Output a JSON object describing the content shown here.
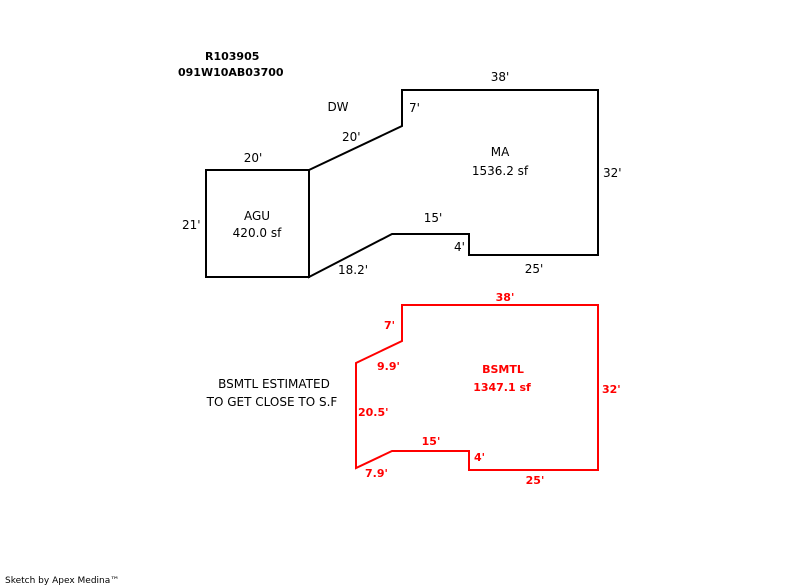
{
  "header": {
    "parcel_id": "R103905",
    "map_number": "091W10AB03700"
  },
  "colors": {
    "outline": "#000000",
    "basement": "#ff0000"
  },
  "areas": {
    "dw": {
      "label": "DW"
    },
    "agu": {
      "label": "AGU",
      "area": "420.0 sf",
      "dims": {
        "top": "20'",
        "left": "21'"
      }
    },
    "ma": {
      "label": "MA",
      "area": "1536.2 sf",
      "dims": {
        "top": "38'",
        "right": "32'",
        "bottom": "25'",
        "step_v": "4'",
        "step_h": "15'",
        "diag_low": "18.2'",
        "diag_up": "20'",
        "notch": "7'"
      }
    },
    "bsmtl": {
      "label": "BSMTL",
      "area": "1347.1 sf",
      "dims": {
        "top": "38'",
        "right": "32'",
        "bottom": "25'",
        "step_v": "4'",
        "step_h": "15'",
        "diag_low": "7.9'",
        "left": "20.5'",
        "diag_up": "9.9'",
        "notch": "7'"
      }
    }
  },
  "note": {
    "line1": "BSMTL ESTIMATED",
    "line2": "TO GET CLOSE TO S.F"
  },
  "footer": "Sketch by Apex Medina™"
}
